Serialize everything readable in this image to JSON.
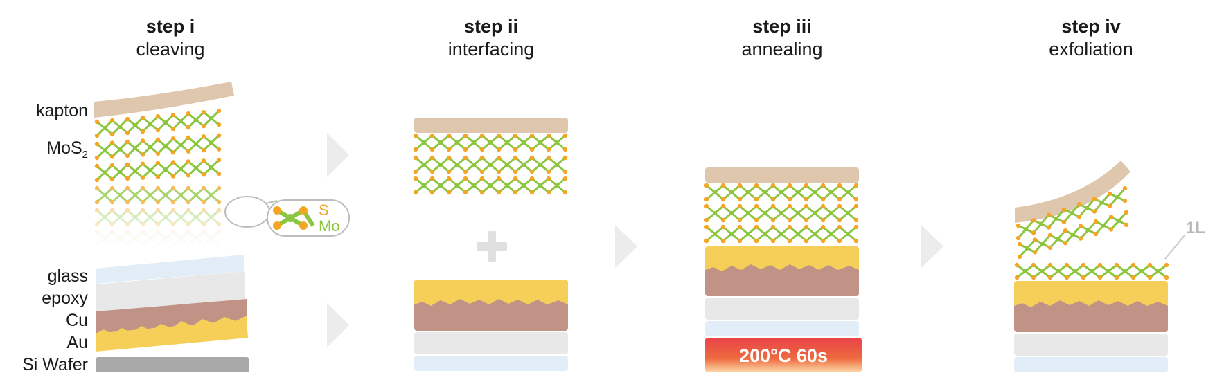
{
  "steps": [
    {
      "title": "step i",
      "subtitle": "cleaving"
    },
    {
      "title": "step ii",
      "subtitle": "interfacing"
    },
    {
      "title": "step iii",
      "subtitle": "annealing"
    },
    {
      "title": "step iv",
      "subtitle": "exfoliation"
    }
  ],
  "labels": {
    "kapton": "kapton",
    "mos2_main": "MoS",
    "mos2_sub": "2",
    "glass": "glass",
    "epoxy": "epoxy",
    "cu": "Cu",
    "au": "Au",
    "si_wafer": "Si Wafer"
  },
  "inset": {
    "sulfur": "S",
    "molybdenum": "Mo"
  },
  "annealing": {
    "condition": "200°C 60s"
  },
  "monolayer_label": "1L",
  "colors": {
    "kapton": "#dfc7ad",
    "sulfur": "#f5a524",
    "molybdenum": "#8cc63f",
    "gold": "#f6cf58",
    "copper": "#c09386",
    "epoxy": "#e8e8e8",
    "glass": "#e2edf7",
    "si_wafer": "#a8a8a8",
    "arrow": "#ececec",
    "heater_top": "#e8424a",
    "heater_bottom": "#fbd9a8"
  }
}
